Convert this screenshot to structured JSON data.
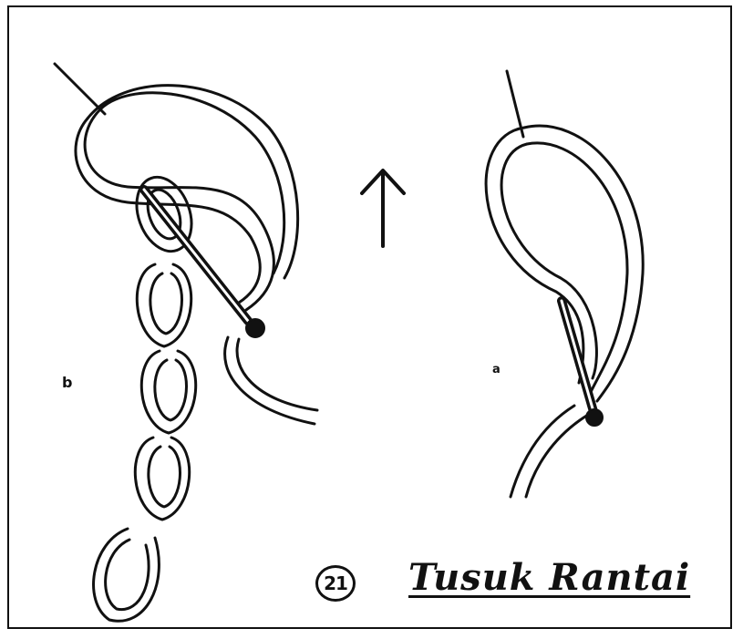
{
  "labels": {
    "left_figure": "b",
    "right_figure": "a"
  },
  "figure_number": "21",
  "caption": "Tusuk Rantai",
  "colors": {
    "ink": "#111111",
    "background": "#ffffff"
  },
  "icons": {
    "direction_arrow": "arrow-up-icon",
    "needle": "needle-icon"
  }
}
